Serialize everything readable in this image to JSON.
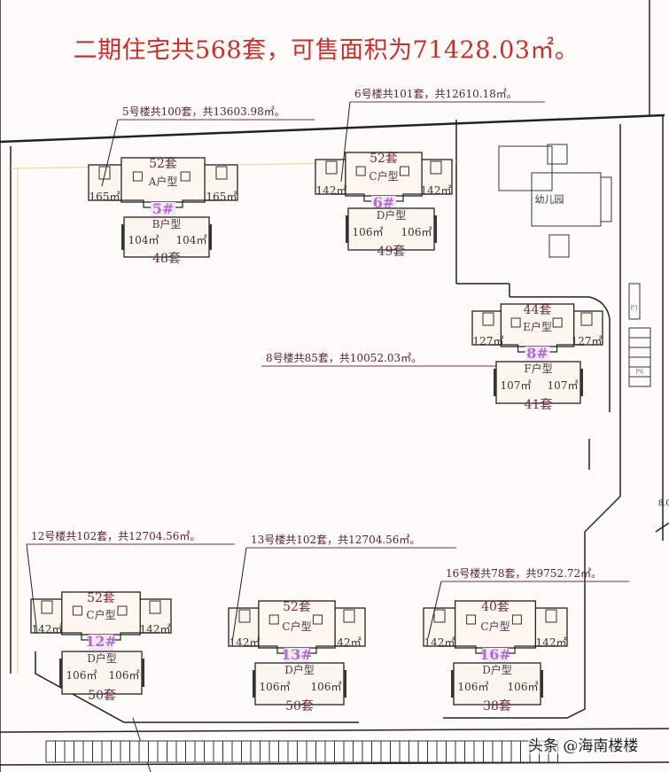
{
  "title": "二期住宅共568套，可售面积为71428.03㎡。",
  "kindergarten_label": "幼儿园",
  "site_labels": {
    "p1": "P1",
    "p6": "P6",
    "edge_mark": "8.0"
  },
  "watermark": "头条 @海南楼楼",
  "colors": {
    "title": "#c0322e",
    "building_number": "#b06ad0",
    "count": "#6a3040"
  },
  "buildings": [
    {
      "name": "5#",
      "caption": "5号楼共100套，共13603.98㎡。",
      "top_count": "52套",
      "top_type": "A户型",
      "top_area_left": "165㎡",
      "top_area_right": "165㎡",
      "bottom_type": "B户型",
      "bottom_area_left": "104㎡",
      "bottom_area_right": "104㎡",
      "bottom_count": "48套"
    },
    {
      "name": "6#",
      "caption": "6号楼共101套，共12610.18㎡。",
      "top_count": "52套",
      "top_type": "C户型",
      "top_area_left": "142㎡",
      "top_area_right": "142㎡",
      "bottom_type": "D户型",
      "bottom_area_left": "106㎡",
      "bottom_area_right": "106㎡",
      "bottom_count": "49套"
    },
    {
      "name": "8#",
      "caption": "8号楼共85套，共10052.03㎡。",
      "top_count": "44套",
      "top_type": "E户型",
      "top_area_left": "127㎡",
      "top_area_right": "127㎡",
      "bottom_type": "F户型",
      "bottom_area_left": "107㎡",
      "bottom_area_right": "107㎡",
      "bottom_count": "41套"
    },
    {
      "name": "12#",
      "caption": "12号楼共102套，共12704.56㎡。",
      "top_count": "52套",
      "top_type": "C户型",
      "top_area_left": "142㎡",
      "top_area_right": "142㎡",
      "bottom_type": "D户型",
      "bottom_area_left": "106㎡",
      "bottom_area_right": "106㎡",
      "bottom_count": "50套"
    },
    {
      "name": "13#",
      "caption": "13号楼共102套，共12704.56㎡。",
      "top_count": "52套",
      "top_type": "C户型",
      "top_area_left": "142㎡",
      "top_area_right": "42㎡",
      "bottom_type": "D户型",
      "bottom_area_left": "106㎡",
      "bottom_area_right": "106㎡",
      "bottom_count": "50套"
    },
    {
      "name": "16#",
      "caption": "16号楼共78套，共9752.72㎡。",
      "top_count": "40套",
      "top_type": "C户型",
      "top_area_left": "142㎡",
      "top_area_right": "142㎡",
      "bottom_type": "D户型",
      "bottom_area_left": "106㎡",
      "bottom_area_right": "106㎡",
      "bottom_count": "38套"
    }
  ]
}
